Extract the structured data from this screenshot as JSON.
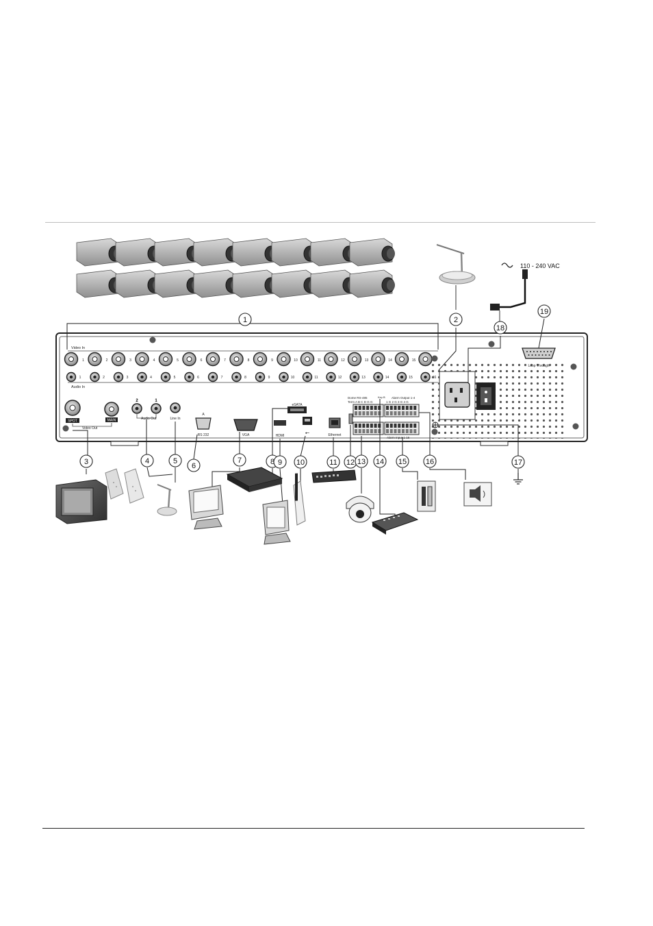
{
  "diagram": {
    "callouts": [
      "1",
      "2",
      "3",
      "4",
      "5",
      "6",
      "7",
      "8",
      "9",
      "10",
      "11",
      "12",
      "13",
      "14",
      "15",
      "16",
      "17",
      "18",
      "19"
    ],
    "power_label": "110 - 240 VAC",
    "panel": {
      "video_in": "Video In",
      "audio_in": "Audio In",
      "spot": "SPOT",
      "main": "MAIN",
      "video_out": "Video Out",
      "audio_out": "Audio Out",
      "audio_out_2": "2",
      "audio_out_1": "1",
      "line_in": "Line In",
      "rs232": "RS 232",
      "rs232_a": "A",
      "vga": "VGA",
      "esata": "eSATA",
      "hdmi": "HDMI",
      "ethernet": "Ethernet",
      "dome_rs485": "Dome RS-485",
      "term": "Term A B C D G G",
      "keyb": "Key B",
      "alarm_output": "Alarm Output 1-4",
      "alarm_output_pins": "1 G 2 G 3 G 4 G",
      "alarm_input": "Alarm Input 1-16",
      "loop_through": "Loop Through"
    },
    "channel_labels": [
      "1",
      "2",
      "3",
      "4",
      "5",
      "6",
      "7",
      "8",
      "9",
      "10",
      "11",
      "12",
      "13",
      "14",
      "15",
      "16"
    ]
  }
}
